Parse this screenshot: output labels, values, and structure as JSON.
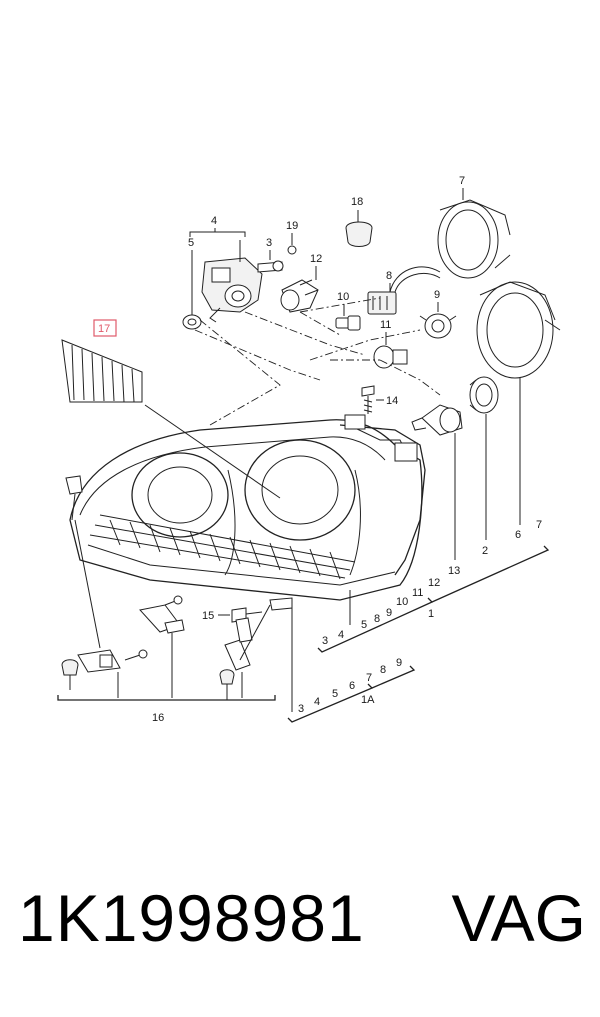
{
  "callouts": {
    "c1": "1",
    "c1a": "1A",
    "c2": "2",
    "c3": "3",
    "c4": "4",
    "c5": "5",
    "c6": "6",
    "c7": "7",
    "c8": "8",
    "c9": "9",
    "c10": "10",
    "c11": "11",
    "c12": "12",
    "c13": "13",
    "c14": "14",
    "c15": "15",
    "c16": "16",
    "c17": "17",
    "c18": "18",
    "c19": "19"
  },
  "group_1": [
    "3",
    "4",
    "5",
    "8",
    "9",
    "10",
    "11",
    "12",
    "13"
  ],
  "group_1a": [
    "3",
    "4",
    "5",
    "6",
    "7",
    "8",
    "9"
  ],
  "group_right": [
    "2",
    "6",
    "7"
  ],
  "highlight_color": "#e05a6a",
  "footer": {
    "part_number": "1K1998981",
    "brand": "VAG"
  }
}
